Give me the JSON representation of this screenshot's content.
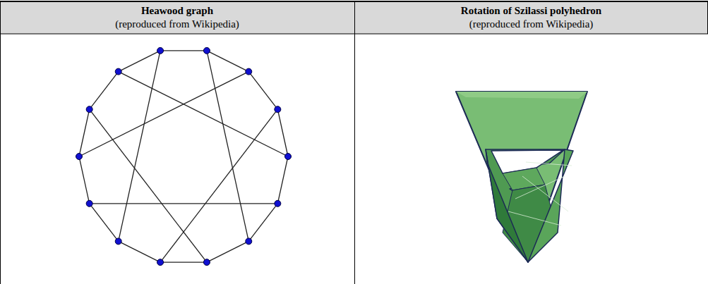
{
  "diagram": {
    "labels": [
      "Heawood graph",
      "(reproduced from Wikipedia)",
      "Rotation of Szilassi polyhedron",
      "(reproduced from Wikipedia)"
    ]
  }
}
